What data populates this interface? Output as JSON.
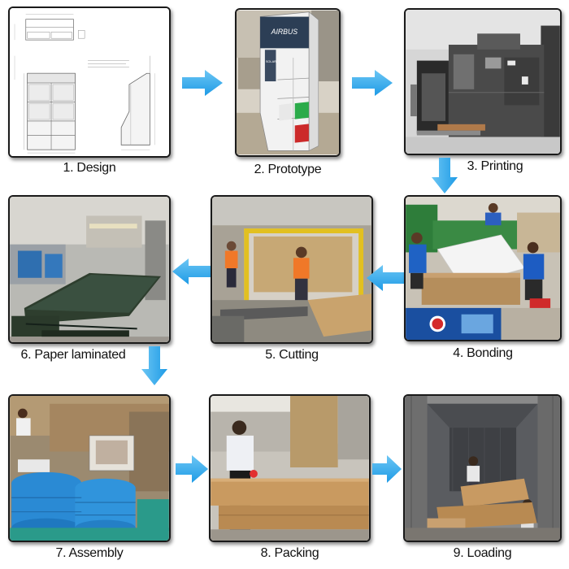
{
  "steps": [
    {
      "id": 1,
      "label": "1. Design"
    },
    {
      "id": 2,
      "label": "2. Prototype"
    },
    {
      "id": 3,
      "label": "3. Printing"
    },
    {
      "id": 4,
      "label": "4. Bonding"
    },
    {
      "id": 5,
      "label": "5. Cutting"
    },
    {
      "id": 6,
      "label": "6. Paper laminated"
    },
    {
      "id": 7,
      "label": "7. Assembly"
    },
    {
      "id": 8,
      "label": "8. Packing"
    },
    {
      "id": 9,
      "label": "9. Loading"
    }
  ],
  "arrows": [
    "arrow-right-icon",
    "arrow-right-icon",
    "arrow-down-icon",
    "arrow-left-icon",
    "arrow-left-icon",
    "arrow-down-icon",
    "arrow-right-icon",
    "arrow-right-icon"
  ],
  "colors": {
    "arrow": "#1e9be6",
    "arrow_light": "#6cc6f4",
    "frame": "#1a1a1a"
  },
  "photo_text": {
    "display_brand": "AIRBUS",
    "display_header": "AIRBUS"
  }
}
